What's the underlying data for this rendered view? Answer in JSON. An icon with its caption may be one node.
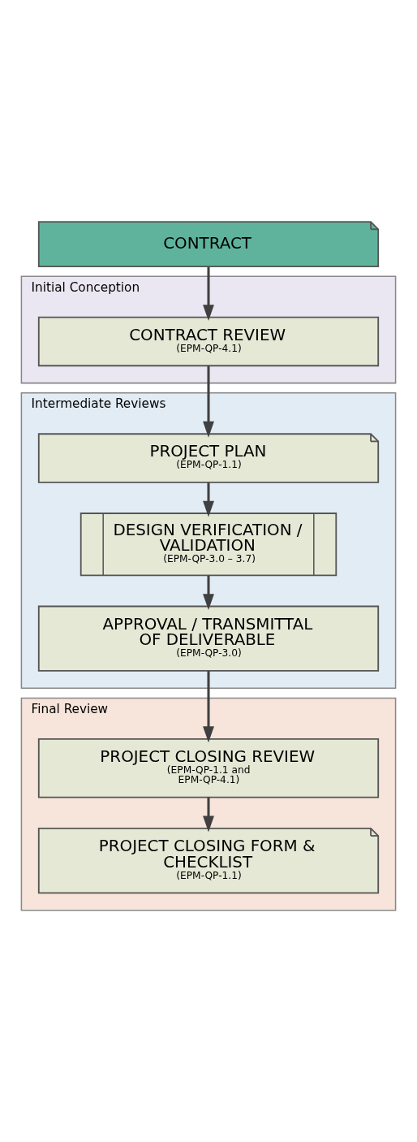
{
  "diagram": {
    "nodes": [
      {
        "text": [
          "CONTRACT"
        ]
      },
      {
        "text": [
          "Initial Conception"
        ]
      },
      {
        "text": [
          "CONTRACT REVIEW",
          "(EPM-QP-4.1)"
        ],
        "in": 1
      },
      {
        "text": [
          "Intermediate Reviews"
        ]
      },
      {
        "text": [
          "PROJECT PLAN",
          "(EPM-QP-1.1)"
        ],
        "in": 3
      },
      {
        "text": [
          "DESIGN VERIFICATION / VALIDATION",
          "(EPM-QP-3.0 – 3.7)"
        ],
        "in": 3
      },
      {
        "text": [
          "APPROVAL / TRANSMITTAL OF DELIVERABLE",
          "(EPM-QP-3.0)"
        ],
        "in": 3
      },
      {
        "text": [
          "Final Review"
        ]
      },
      {
        "text": [
          "PROJECT CLOSING REVIEW",
          "(EPM-QP-1.1 and EPM-QP-4.1)"
        ],
        "in": 7
      },
      {
        "text": [
          "PROJECT CLOSING FORM & CHECKLIST",
          "(EPM-QP-1.1)"
        ],
        "in": 7
      }
    ],
    "edges": [
      {
        "from": 0,
        "to": 2,
        "arrow": "to"
      },
      {
        "from": 2,
        "to": 4,
        "arrow": "to"
      },
      {
        "from": 4,
        "to": 5,
        "arrow": "to"
      },
      {
        "from": 5,
        "to": 6,
        "arrow": "to"
      },
      {
        "from": 6,
        "to": 8,
        "arrow": "to"
      },
      {
        "from": 8,
        "to": 9,
        "arrow": "to"
      }
    ]
  }
}
